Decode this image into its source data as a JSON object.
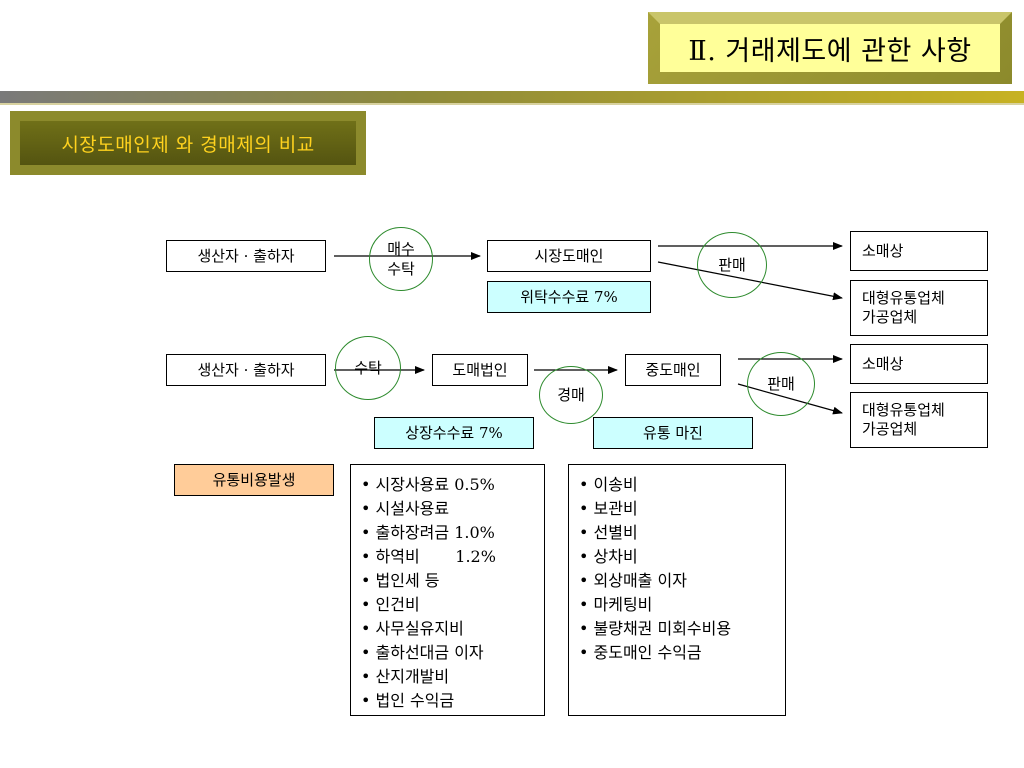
{
  "header": {
    "title": "Ⅱ. 거래제도에 관한 사항"
  },
  "section": {
    "title": "시장도매인제 와 경매제의 비교"
  },
  "diagram": {
    "row1": {
      "producer": "생산자 · 출하자",
      "circle1": [
        "매수",
        "수탁"
      ],
      "market_wholesaler": "시장도매인",
      "commission": "위탁수수료 7%",
      "circle2": "판매",
      "retailer": "소매상",
      "large_distributor": [
        "대형유통업체",
        "가공업체"
      ]
    },
    "row2": {
      "producer": "생산자 · 출하자",
      "circle1": "수탁",
      "wholesale_corp": "도매법인",
      "auction": "경매",
      "middle_wholesaler": "중도매인",
      "circle2": "판매",
      "retailer": "소매상",
      "large_distributor": [
        "대형유통업체",
        "가공업체"
      ],
      "listing_fee": "상장수수료 7%",
      "margin": "유통 마진"
    },
    "cost_label": "유통비용발생",
    "cost_list_1": [
      "• 시장사용료 0.5%",
      "• 시설사용료",
      "• 출하장려금 1.0%",
      "• 하역비       1.2%",
      "• 법인세 등",
      "• 인건비",
      "• 사무실유지비",
      "• 출하선대금 이자",
      "• 산지개발비",
      "• 법인 수익금"
    ],
    "cost_list_2": [
      "• 이송비",
      "• 보관비",
      "• 선별비",
      "• 상차비",
      "• 외상매출 이자",
      "• 마케팅비",
      "• 불량채권 미회수비용",
      "• 중도매인 수익금"
    ]
  }
}
